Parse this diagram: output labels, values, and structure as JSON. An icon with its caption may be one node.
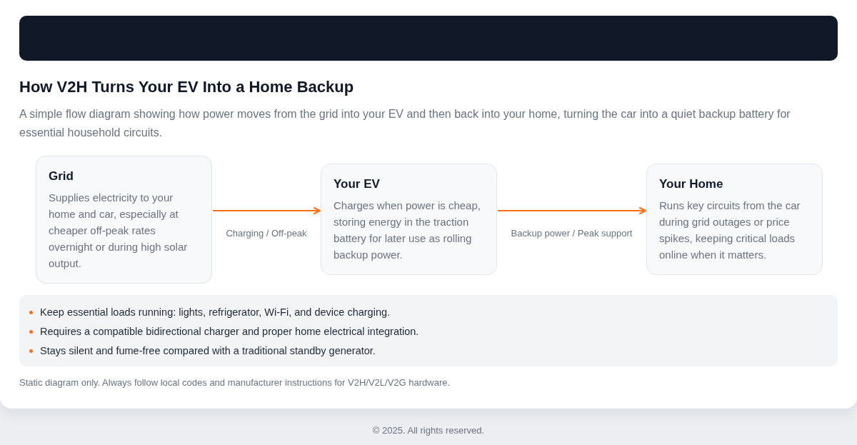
{
  "diagram": {
    "title": "How V2H Turns Your EV Into a Home Backup",
    "nodes": [
      {
        "text": [
          "Grid",
          "Supplies electricity to your home and car, especially at cheaper off-peak rates overnight or during high solar output."
        ]
      },
      {
        "text": [
          "Your EV",
          "Charges when power is cheap, storing energy in the traction battery for later use as rolling backup power."
        ]
      },
      {
        "text": [
          "Your Home",
          "Runs key circuits from the car during grid outages or price spikes, keeping critical loads online when it matters."
        ]
      }
    ],
    "edges": [
      {
        "from": 0,
        "to": 1,
        "arrow": "to",
        "label": "Charging / Off-peak"
      },
      {
        "from": 1,
        "to": 2,
        "arrow": "to",
        "label": "Backup power / Peak support"
      }
    ],
    "labels": [
      "A simple flow diagram showing how power moves from the grid into your EV and then back into your home, turning the car into a quiet backup battery for essential household circuits.",
      "Keep essential loads running: lights, refrigerator, Wi-Fi, and device charging.",
      "Requires a compatible bidirectional charger and proper home electrical integration.",
      "Stays silent and fume-free compared with a traditional standby generator.",
      "Static diagram only. Always follow local codes and manufacturer instructions for V2H/V2L/V2G hardware.",
      "© 2025. All rights reserved."
    ]
  }
}
